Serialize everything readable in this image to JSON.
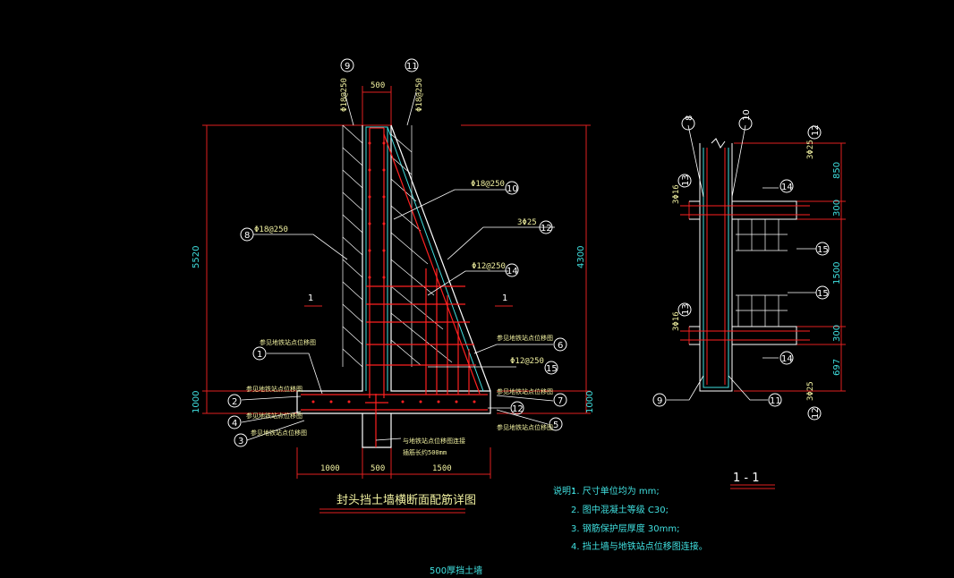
{
  "main_detail": {
    "title": "封头挡土墙横断面配筋详图",
    "dims": {
      "d500_top": "500",
      "d5520": "5520",
      "d4300": "4300",
      "d1000_left": "1000",
      "d1000_right": "1000",
      "b1000": "1000",
      "b500": "500",
      "b1500": "1500"
    },
    "section_marks": {
      "left": "1",
      "right": "1"
    },
    "top_rebar": [
      {
        "no": "9",
        "spec": "Φ18@250"
      },
      {
        "no": "11",
        "spec": "Φ18@250"
      }
    ],
    "callouts": [
      {
        "no": "8",
        "spec": "Φ18@250"
      },
      {
        "no": "10",
        "spec": "Φ18@250"
      },
      {
        "no": "12",
        "spec": "3Φ25"
      },
      {
        "no": "14",
        "spec": "Φ12@250"
      },
      {
        "no": "15",
        "spec": "Φ12@250"
      },
      {
        "no": "1",
        "spec": "参见地铁站点位移图"
      },
      {
        "no": "2",
        "spec": "参见地铁站点位移图"
      },
      {
        "no": "3",
        "spec": "参见地铁站点位移图"
      },
      {
        "no": "4",
        "spec": "参见地铁站点位移图"
      },
      {
        "no": "5",
        "spec": "参见地铁站点位移图"
      },
      {
        "no": "6",
        "spec": "参见地铁站点位移图"
      },
      {
        "no": "7",
        "spec": "参见地铁站点位移图"
      }
    ],
    "callout_12b": "12",
    "pile_note_1": "与地铁站点位移图连接",
    "pile_note_2": "插筋长约500mm"
  },
  "section_1_1": {
    "label": "1 - 1",
    "bars_top": [
      {
        "no": "8"
      },
      {
        "no": "10"
      }
    ],
    "dims_right": [
      "850",
      "300",
      "1500",
      "300",
      "697"
    ],
    "right_tags": [
      {
        "no": "12",
        "spec": "3Φ25"
      },
      {
        "no": "12",
        "spec": "3Φ25"
      }
    ],
    "left_tags": [
      {
        "no": "13",
        "spec": "3Φ16"
      },
      {
        "no": "13",
        "spec": "3Φ16"
      }
    ],
    "circles": [
      "14",
      "15",
      "15",
      "14",
      "9",
      "11"
    ]
  },
  "notes": {
    "lead": "说明：",
    "items": [
      "1. 尺寸单位均为 mm;",
      "2. 图中混凝土等级 C30;",
      "3. 钢筋保护层厚度 30mm;",
      "4. 挡土墙与地铁站点位移图连接。"
    ]
  },
  "footer": "500厚挡土墙"
}
